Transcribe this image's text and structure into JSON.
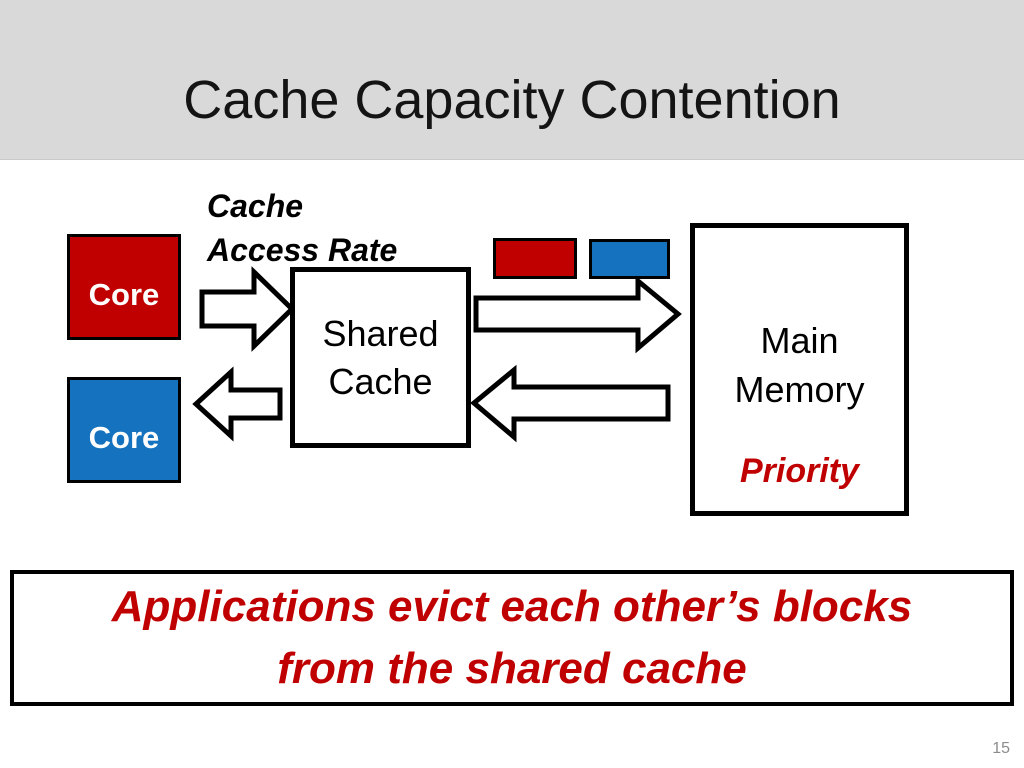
{
  "slide": {
    "title": "Cache Capacity Contention",
    "page_number": "15"
  },
  "diagram": {
    "access_rate_label": {
      "line1": "Cache",
      "line2": "Access Rate"
    },
    "cores": {
      "top_label": "Core",
      "bottom_label": "Core"
    },
    "shared_cache": {
      "line1": "Shared",
      "line2": "Cache"
    },
    "main_memory": {
      "line1": "Main",
      "line2": "Memory",
      "priority_label": "Priority"
    },
    "icons": {
      "core_to_cache_arrow": "block-arrow-right",
      "cache_to_core_arrow": "block-arrow-left",
      "cache_to_memory_arrow": "block-arrow-right",
      "memory_to_cache_arrow": "block-arrow-left"
    }
  },
  "callout": {
    "line1": "Applications evict each other’s blocks",
    "line2": "from the shared cache"
  },
  "colors": {
    "accent_red": "#C00000",
    "accent_blue": "#1572BE",
    "title_band_bg": "#D9D9D9",
    "callout_red": "#C00000",
    "page_number_gray": "#8C8C8C"
  }
}
